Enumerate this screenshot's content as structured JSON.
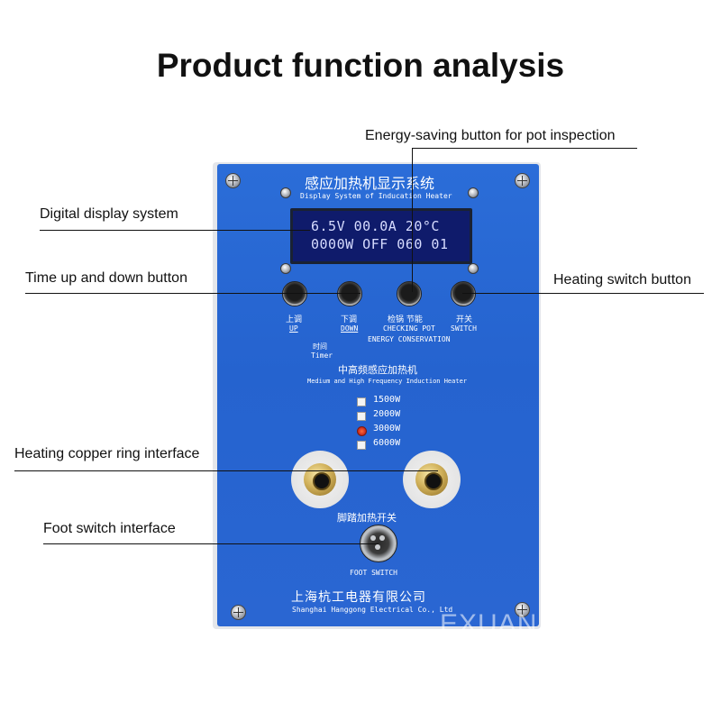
{
  "title": "Product function analysis",
  "callouts": {
    "energy_saving": "Energy-saving button for pot inspection",
    "digital_display": "Digital display system",
    "time_up_down": "Time up and down button",
    "heating_switch": "Heating switch button",
    "copper_ring": "Heating copper ring interface",
    "foot_switch": "Foot switch interface"
  },
  "panel": {
    "header_cn": "感应加热机显示系统",
    "header_en": "Display System of Inducation Heater",
    "lcd_line1": "6.5V 00.0A 20°C",
    "lcd_line2": "0000W OFF 060 01",
    "up_cn": "上调",
    "up_en": "UP",
    "down_cn": "下调",
    "down_en": "DOWN",
    "timer_cn": "时间",
    "timer_en": "Timer",
    "check_cn": "检锅 节能",
    "check_en": "CHECKING POT",
    "energy_en": "ENERGY CONSERVATION",
    "switch_cn": "开关",
    "switch_en": "SWITCH",
    "machine_cn": "中高频感应加热机",
    "machine_en": "Medium and High Frequency Induction Heater",
    "power_options": [
      "1500W",
      "2000W",
      "3000W",
      "6000W"
    ],
    "power_selected": "3000W",
    "foot_cn": "脚踏加热开关",
    "foot_en": "FOOT SWITCH",
    "company_cn": "上海杭工电器有限公司",
    "company_en": "Shanghai Hanggong Electrical Co., Ltd"
  },
  "watermark": "EXUAN"
}
